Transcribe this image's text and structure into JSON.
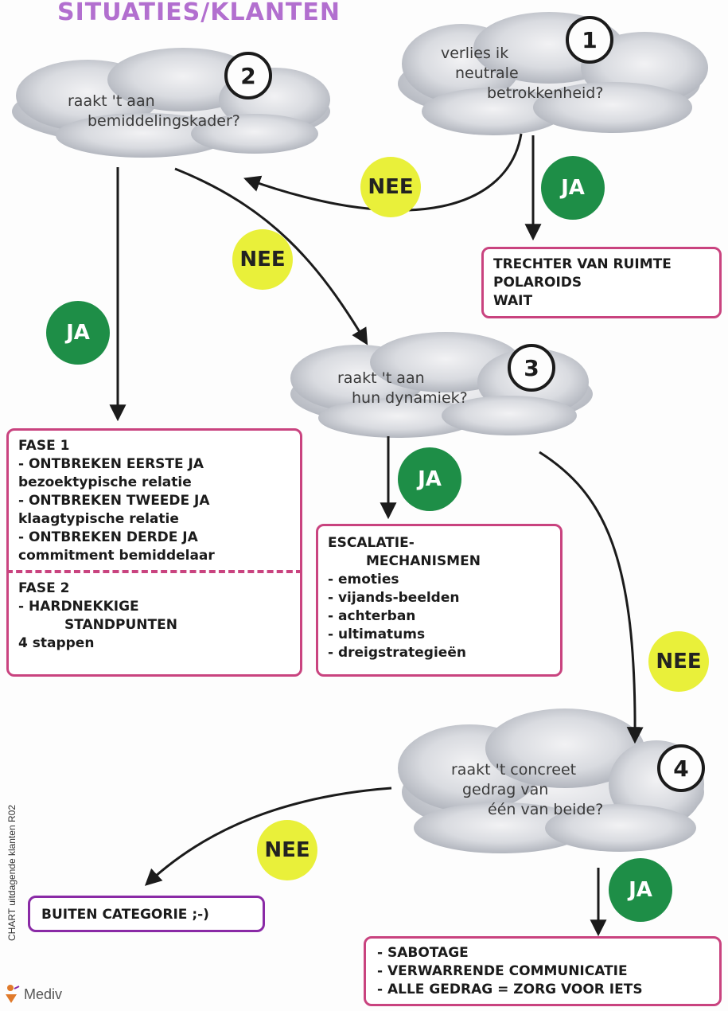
{
  "title": "SITUATIES/KLANTEN",
  "clouds": [
    {
      "number": "1",
      "lines": [
        "verlies ik",
        "neutrale",
        "betrokkenheid?"
      ]
    },
    {
      "number": "2",
      "lines": [
        "raakt 't aan",
        "bemiddelingskader?"
      ]
    },
    {
      "number": "3",
      "lines": [
        "raakt 't aan",
        "hun dynamiek?"
      ]
    },
    {
      "number": "4",
      "lines": [
        "raakt 't concreet",
        "gedrag van",
        "één van beide?"
      ]
    }
  ],
  "badges": {
    "ja": "JA",
    "nee": "NEE"
  },
  "boxes": {
    "trechter": [
      "TRECHTER VAN RUIMTE",
      "POLAROIDS",
      "WAIT"
    ],
    "fase": {
      "part1": [
        "FASE 1",
        "- ONTBREKEN EERSTE JA",
        "bezoektypische relatie",
        "- ONTBREKEN TWEEDE JA",
        "klaagtypische relatie",
        "- ONTBREKEN DERDE JA",
        "commitment bemiddelaar"
      ],
      "part2": [
        "FASE 2",
        "- HARDNEKKIGE",
        "STANDPUNTEN",
        "4 stappen"
      ]
    },
    "escalatie": [
      "ESCALATIE-",
      "MECHANISMEN",
      "- emoties",
      "- vijands-beelden",
      "- achterban",
      "- ultimatums",
      "- dreigstrategieën"
    ],
    "buiten": "BUITEN CATEGORIE ;-)",
    "sabotage": [
      "- SABOTAGE",
      "- VERWARRENDE COMMUNICATIE",
      "- ALLE GEDRAG = ZORG VOOR IETS"
    ]
  },
  "footer": {
    "side_text": "CHART uitdagende klanten R02",
    "logo": "Mediv"
  },
  "colors": {
    "title": "#b26fcf",
    "ja": "#1e8e47",
    "nee": "#e9f03a",
    "box_border": "#c9437f",
    "box_border_alt": "#8a2aa6"
  }
}
